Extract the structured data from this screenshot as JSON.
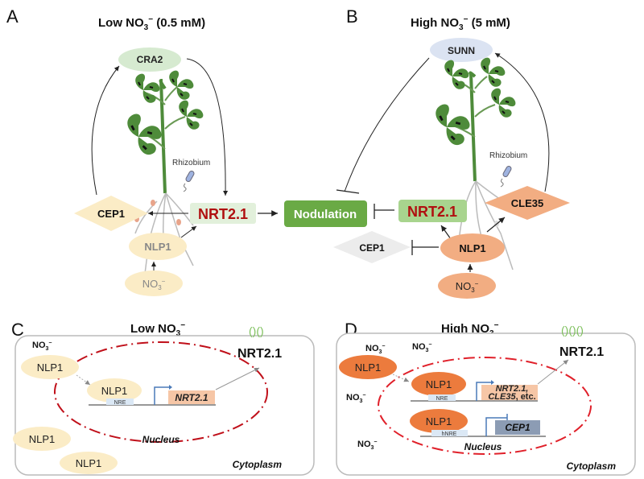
{
  "panels": {
    "A": {
      "letter": "A",
      "title": {
        "pre": "Low NO",
        "sub": "3",
        "sup": "−",
        "post": " (0.5 mM)"
      },
      "cra2": "CRA2",
      "rhizobium": "Rhizobium",
      "cep1": "CEP1",
      "nrt21": "NRT2.1",
      "nlp1": "NLP1",
      "no3": {
        "pre": "NO",
        "sub": "3",
        "sup": "−"
      }
    },
    "B": {
      "letter": "B",
      "title": {
        "pre": "High NO",
        "sub": "3",
        "sup": "−",
        "post": " (5 mM)"
      },
      "sunn": "SUNN",
      "rhizobium": "Rhizobium",
      "cle35": "CLE35",
      "nrt21": "NRT2.1",
      "cep1": "CEP1",
      "nlp1": "NLP1",
      "no3": {
        "pre": "NO",
        "sub": "3",
        "sup": "−"
      }
    },
    "nodulation": "Nodulation",
    "C": {
      "letter": "C",
      "title": {
        "pre": "Low NO",
        "sub": "3",
        "sup": "−"
      },
      "no3": {
        "pre": "NO",
        "sub": "3",
        "sup": "−"
      },
      "nlp1_labels": [
        "NLP1",
        "NLP1",
        "NLP1",
        "NLP1"
      ],
      "nre": "NRE",
      "gene": "NRT2.1",
      "transporter": "NRT2.1",
      "nucleus": "Nucleus",
      "cytoplasm": "Cytoplasm"
    },
    "D": {
      "letter": "D",
      "title": {
        "pre": "High NO",
        "sub": "3",
        "sup": "−"
      },
      "no3": {
        "pre": "NO",
        "sub": "3",
        "sup": "−"
      },
      "nlp1_labels": [
        "NLP1",
        "NLP1",
        "NLP1"
      ],
      "nre": "NRE",
      "hnre": "hNRE",
      "gene_line1": "NRT2.1,",
      "gene_line2_italic": "CLE35",
      "gene_line2_rest": ", etc.",
      "gene_cep1": "CEP1",
      "transporter": "NRT2.1",
      "nucleus": "Nucleus",
      "cytoplasm": "Cytoplasm"
    }
  },
  "colors": {
    "light_green": "#d6ead0",
    "green_box": "#6aaa45",
    "nrt_red": "#b01010",
    "pale_yellow": "#fbecc6",
    "salmon": "#f2ad82",
    "orange_dark": "#ec7b3d",
    "sunn_blue": "#dbe3f2",
    "gray_diamond": "#ececec",
    "leaf_green": "#4e8b3a",
    "nucleus_red": "#c0101a",
    "gene_box": "#f6c6a6",
    "cep_box": "#8c9cb4"
  }
}
